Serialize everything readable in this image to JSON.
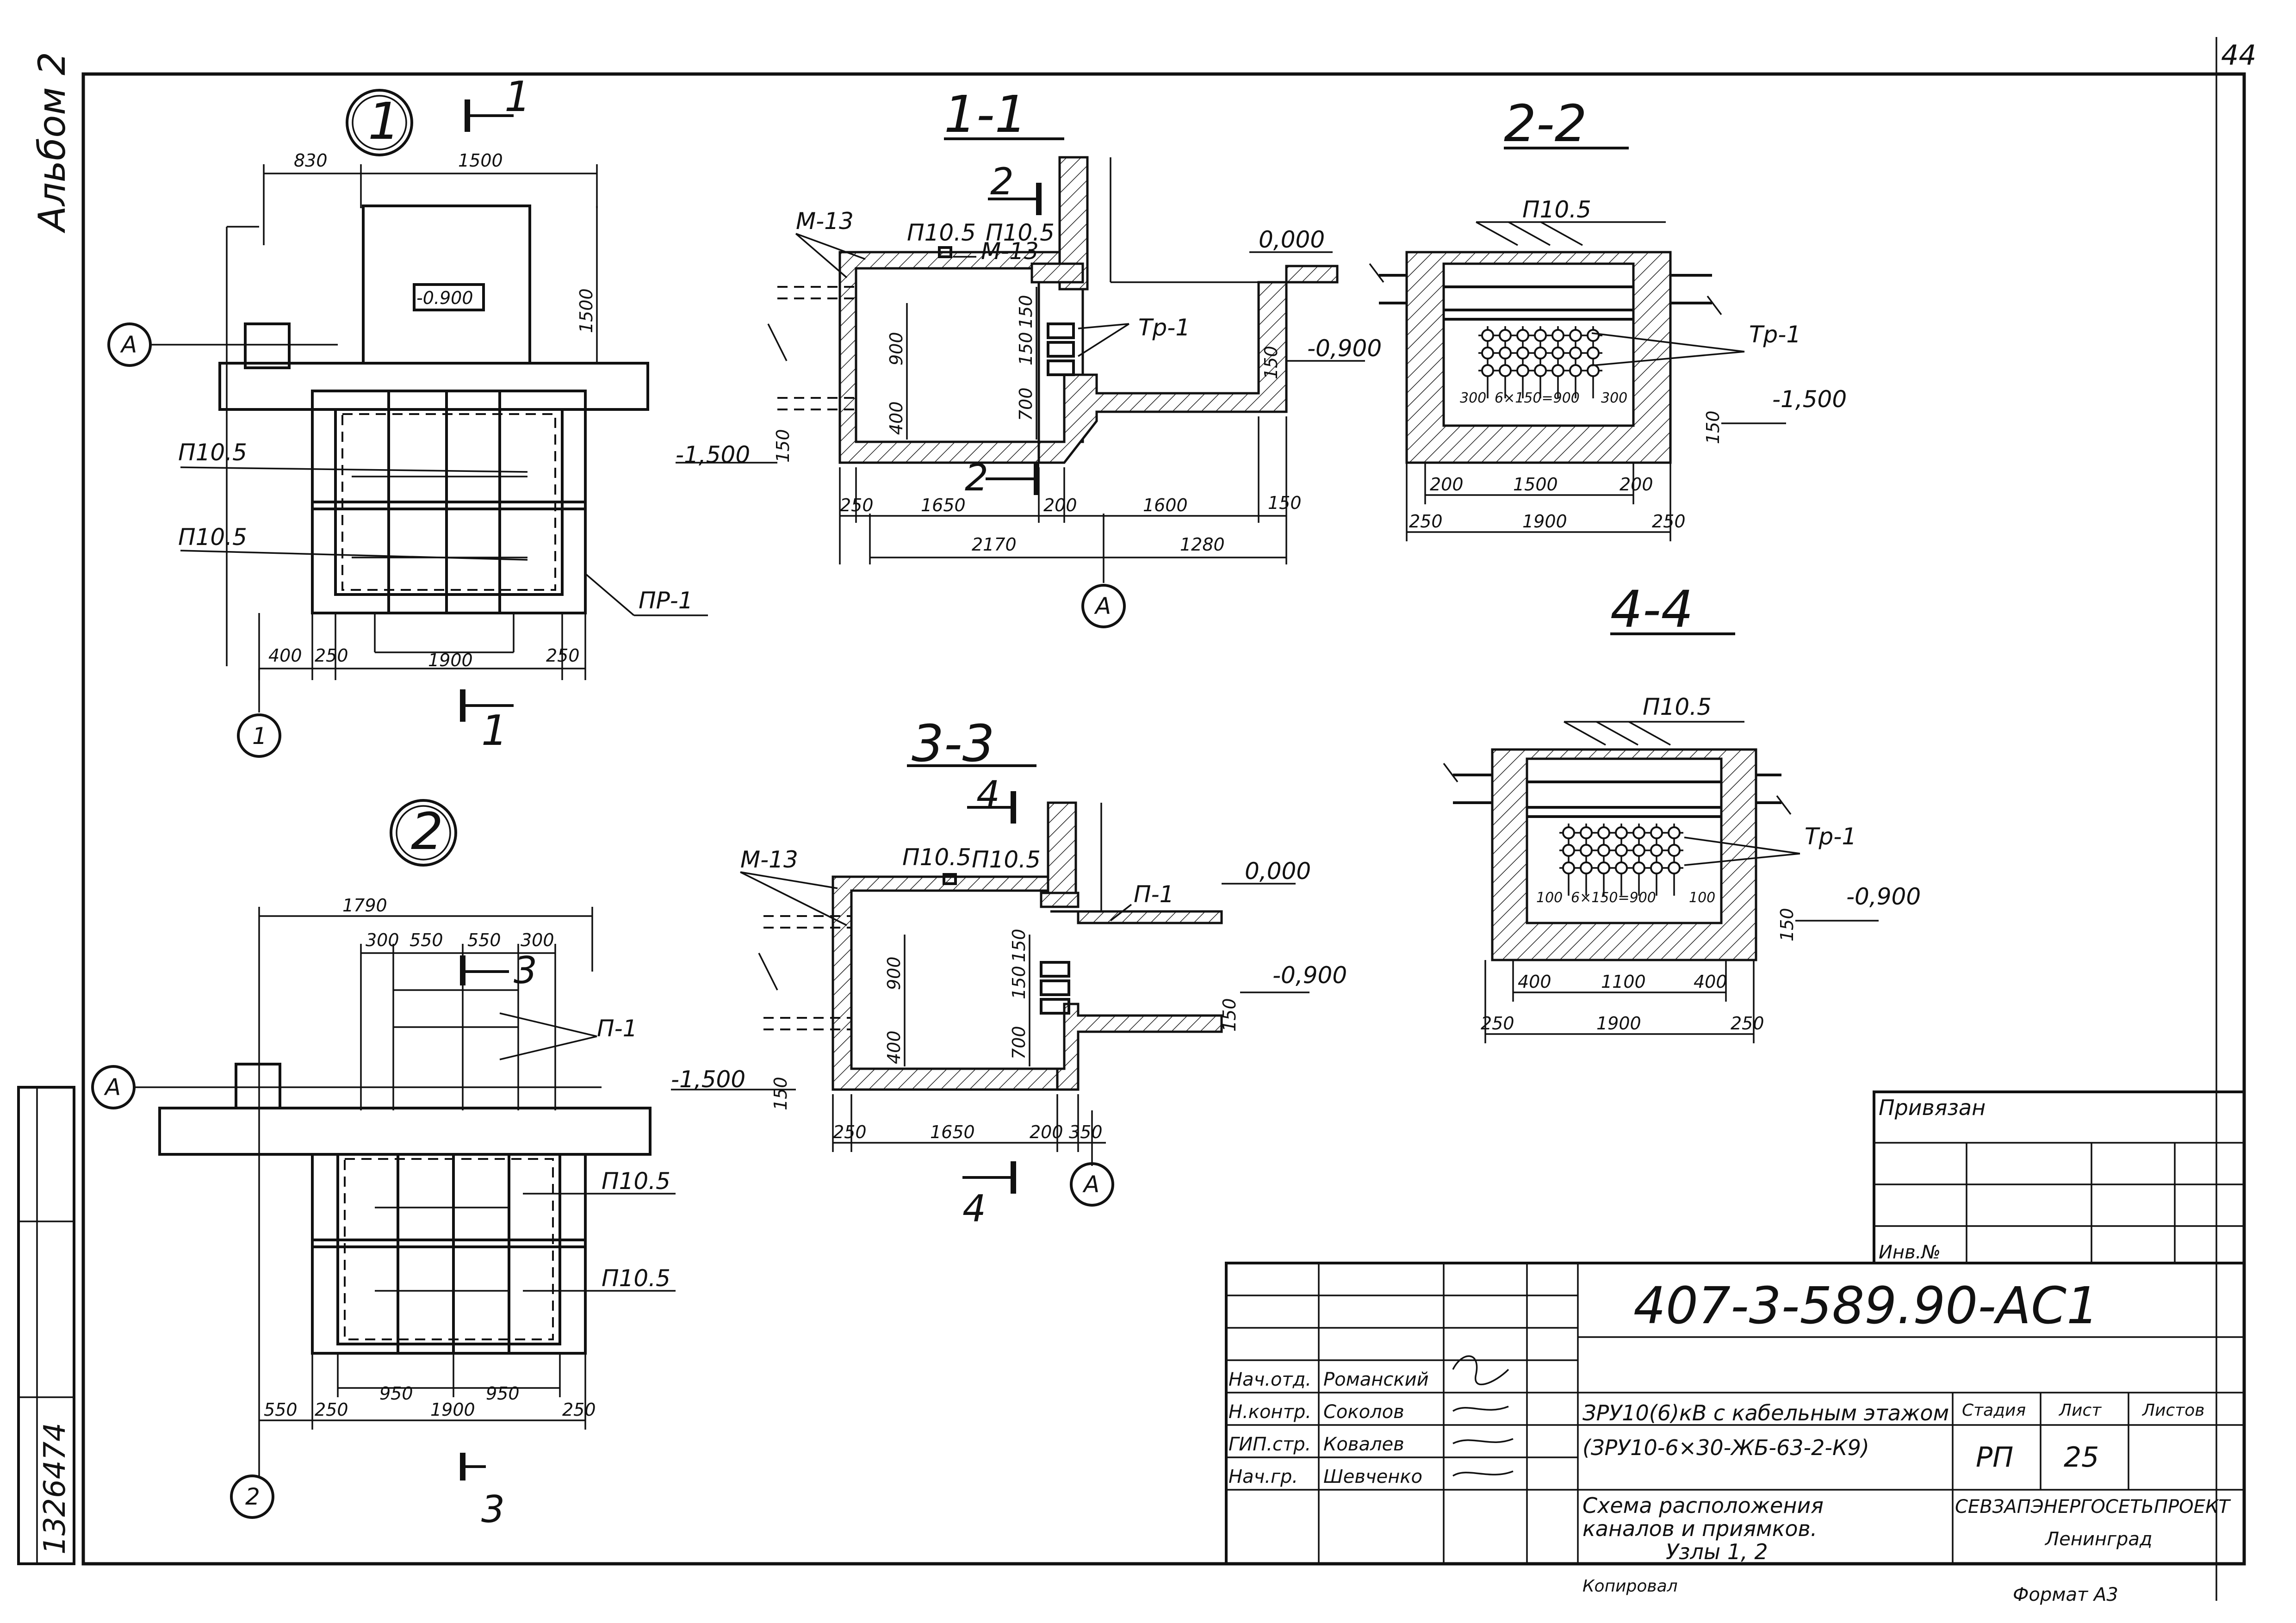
{
  "sheet": {
    "number": "44",
    "album": "Альбом 2",
    "inv_number": "1326474"
  },
  "plan1": {
    "node": "1",
    "section_marks": [
      "1",
      "1"
    ],
    "axis_a": "A",
    "axis_1": "1",
    "dims_top": [
      "830",
      "1500"
    ],
    "dim_right": "1500",
    "hole": "-0.900",
    "slabs": [
      "П10.5",
      "П10.5"
    ],
    "pr": "ПР-1",
    "dims_bottom": [
      "400",
      "250",
      "1900",
      "250"
    ]
  },
  "sec11": {
    "title": "1-1",
    "mark2": "2",
    "mark2b": "2",
    "m13": "М-13",
    "m13b": "М-13",
    "p1": "П10.5",
    "p2": "П10.5",
    "level0": "0,000",
    "level_m09": "-0,900",
    "level_m15": "-1,500",
    "tr": "Тр-1",
    "dims_v": [
      "900",
      "400",
      "700",
      "150",
      "150",
      "150",
      "150"
    ],
    "dims_h": [
      "250",
      "1650",
      "200",
      "1600",
      "150"
    ],
    "dims_h2": [
      "2170",
      "1280"
    ],
    "axis_a": "A"
  },
  "sec22": {
    "title": "2-2",
    "slab": "П10.5",
    "tr": "Тр-1",
    "level": "-1,500",
    "dims_inner": [
      "300",
      "6×150=900",
      "300"
    ],
    "dims": [
      "200",
      "1500",
      "200"
    ],
    "dims_total": [
      "250",
      "1900",
      "250"
    ],
    "dim_v": "150"
  },
  "sec44": {
    "title": "4-4",
    "slab": "П10.5",
    "tr": "Тр-1",
    "level": "-0,900",
    "dims_inner": [
      "100",
      "6×150=900",
      "100"
    ],
    "dims": [
      "400",
      "1100",
      "400"
    ],
    "dims_total": [
      "250",
      "1900",
      "250"
    ],
    "dim_v": "150"
  },
  "plan2": {
    "node": "2",
    "axis_a": "A",
    "axis_2": "2",
    "mark3": "3",
    "mark3b": "3",
    "dim_total": "1790",
    "dims_top": [
      "300",
      "550",
      "550",
      "300"
    ],
    "p": "П-1",
    "slabs": [
      "П10.5",
      "П10.5"
    ],
    "dims_inner": [
      "950",
      "950"
    ],
    "dims_bottom": [
      "550",
      "250",
      "1900",
      "250"
    ]
  },
  "sec33": {
    "title": "3-3",
    "mark4": "4",
    "mark4b": "4",
    "m13": "М-13",
    "p1": "П10.5",
    "p2": "П10.5",
    "p_1": "П-1",
    "level0": "0,000",
    "level_m09": "-0,900",
    "level_m15": "-1,500",
    "dims_v": [
      "900",
      "400",
      "700",
      "150",
      "150",
      "150",
      "150"
    ],
    "dims_h": [
      "250",
      "1650",
      "200",
      "350"
    ],
    "axis_a": "A"
  },
  "title_block": {
    "bound": "Привязан",
    "inv": "Инв.№",
    "code": "407-3-589.90-АС1",
    "rows": [
      {
        "role": "Нач.отд.",
        "name": "Романский"
      },
      {
        "role": "Н.контр.",
        "name": "Соколов"
      },
      {
        "role": "ГИП.стр.",
        "name": "Ковалев"
      },
      {
        "role": "Нач.гр.",
        "name": "Шевченко"
      }
    ],
    "object1": "ЗРУ10(6)кВ с кабельным этажом",
    "object2": "(ЗРУ10-6×30-ЖБ-63-2-К9)",
    "drawing": [
      "Схема расположения",
      "каналов и приямков.",
      "Узлы 1, 2"
    ],
    "stage_h": "Стадия",
    "sheet_h": "Лист",
    "sheets_h": "Листов",
    "stage": "РП",
    "sheet": "25",
    "org1": "СЕВЗАПЭНЕРГОСЕТЬПРОЕКТ",
    "org2": "Ленинград",
    "bottom": [
      "Копировал",
      "Формат А3"
    ]
  }
}
